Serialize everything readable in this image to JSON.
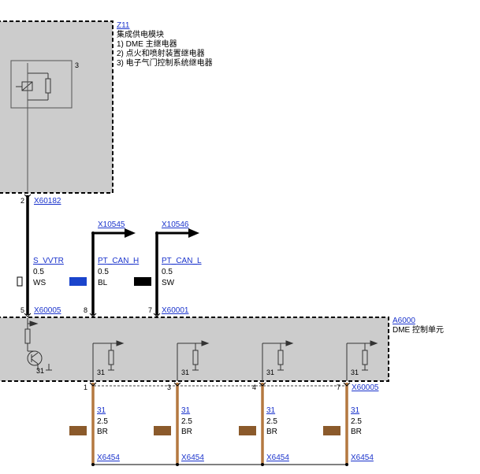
{
  "colors": {
    "module_fill": "#cccccc",
    "link": "#1a33cc",
    "wire_black": "#000000",
    "wire_brown": "#b47840",
    "swatch_blue": "#1a44cc",
    "swatch_black": "#000000",
    "swatch_brown": "#8b5a2b"
  },
  "icons": [
    "relay-coil-icon",
    "arrow-right-icon",
    "ground-symbol-icon",
    "resistor-icon",
    "transistor-icon"
  ],
  "z11": {
    "id": "Z11",
    "title": "集成供电模块",
    "items": [
      "1)  DME 主继电器",
      "2)  点火和喷射装置继电器",
      "3)  电子气门控制系统继电器"
    ],
    "relay_num": "3",
    "pin": "2",
    "connector": "X60182"
  },
  "signals": {
    "wire1": {
      "name": "S_VVTR",
      "size": "0.5",
      "color": "WS"
    },
    "wire2": {
      "name": "PT_CAN_H",
      "size": "0.5",
      "color": "BL",
      "dest": "X10545"
    },
    "wire3": {
      "name": "PT_CAN_L",
      "size": "0.5",
      "color": "SW",
      "dest": "X10546"
    }
  },
  "pins_upper": {
    "p1": "5",
    "p2": "8",
    "p3": "7"
  },
  "connectors_upper": {
    "c1": "X60005",
    "c3": "X60001"
  },
  "a6000": {
    "id": "A6000",
    "title": "DME 控制单元",
    "ground_labels": [
      "31",
      "31",
      "31",
      "31",
      "31"
    ]
  },
  "pins_lower": [
    "1",
    "3",
    "4",
    "7"
  ],
  "connector_lower": "X60005",
  "ground_wires": [
    {
      "name": "31",
      "size": "2.5",
      "color": "BR",
      "connector": "X6454"
    },
    {
      "name": "31",
      "size": "2.5",
      "color": "BR",
      "connector": "X6454"
    },
    {
      "name": "31",
      "size": "2.5",
      "color": "BR",
      "connector": "X6454"
    },
    {
      "name": "31",
      "size": "2.5",
      "color": "BR",
      "connector": "X6454"
    }
  ]
}
